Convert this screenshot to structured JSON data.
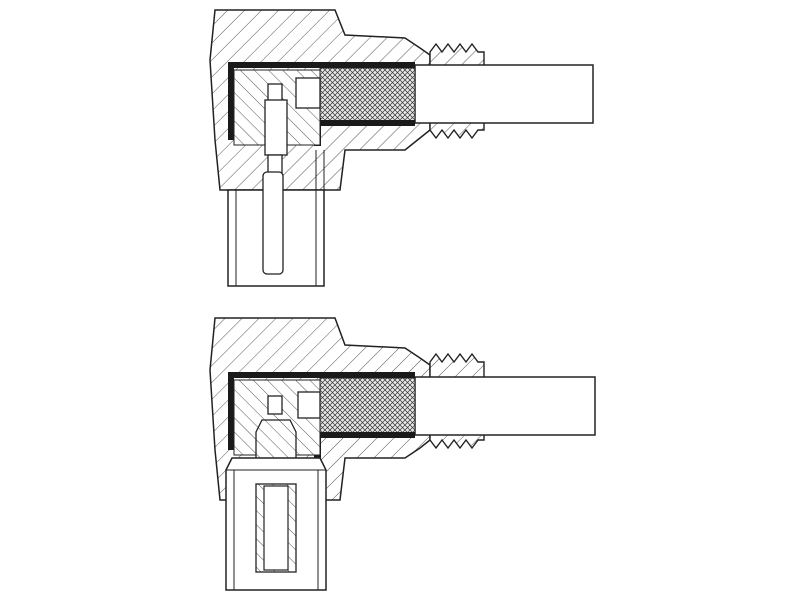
{
  "figure": {
    "views": [
      {
        "id": "plug-male-pin",
        "parts": [
          "housing",
          "jacket-braid",
          "cable",
          "inner-pin",
          "socket-sleeve",
          "threaded-ring"
        ]
      },
      {
        "id": "plug-female-socket",
        "parts": [
          "housing",
          "jacket-braid",
          "cable",
          "inner-socket",
          "socket-sleeve",
          "threaded-ring"
        ]
      }
    ],
    "colors": {
      "line": "#222222",
      "hatch": "#555555",
      "shield": "#1a1a1a",
      "background": "#ffffff"
    }
  }
}
